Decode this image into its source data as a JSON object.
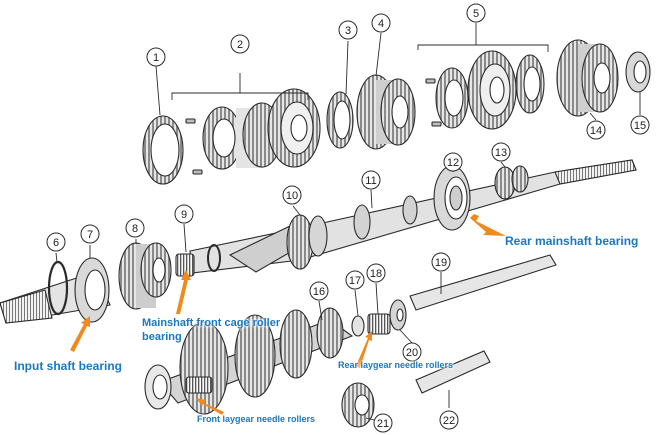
{
  "watermark": "",
  "part_numbers": [
    "1",
    "2",
    "3",
    "4",
    "5",
    "6",
    "7",
    "8",
    "9",
    "10",
    "11",
    "12",
    "13",
    "14",
    "15",
    "16",
    "17",
    "18",
    "19",
    "20",
    "21",
    "22"
  ],
  "callouts": {
    "rear_mainshaft_bearing": "Rear mainshaft bearing",
    "mainshaft_front_cage_roller_line1": "Mainshaft front cage roller",
    "mainshaft_front_cage_roller_line2": "bearing",
    "input_shaft_bearing": "Input shaft bearing",
    "rear_laygear_needle_rollers": "Rear laygear needle rollers",
    "front_laygear_needle_rollers": "Front laygear needle rollers"
  },
  "colors": {
    "callout_text": "#1a78c2",
    "callout_arrow": "#f08a1c",
    "line_art": "#2a2a2a",
    "part_fill": "#dcdcdc"
  }
}
